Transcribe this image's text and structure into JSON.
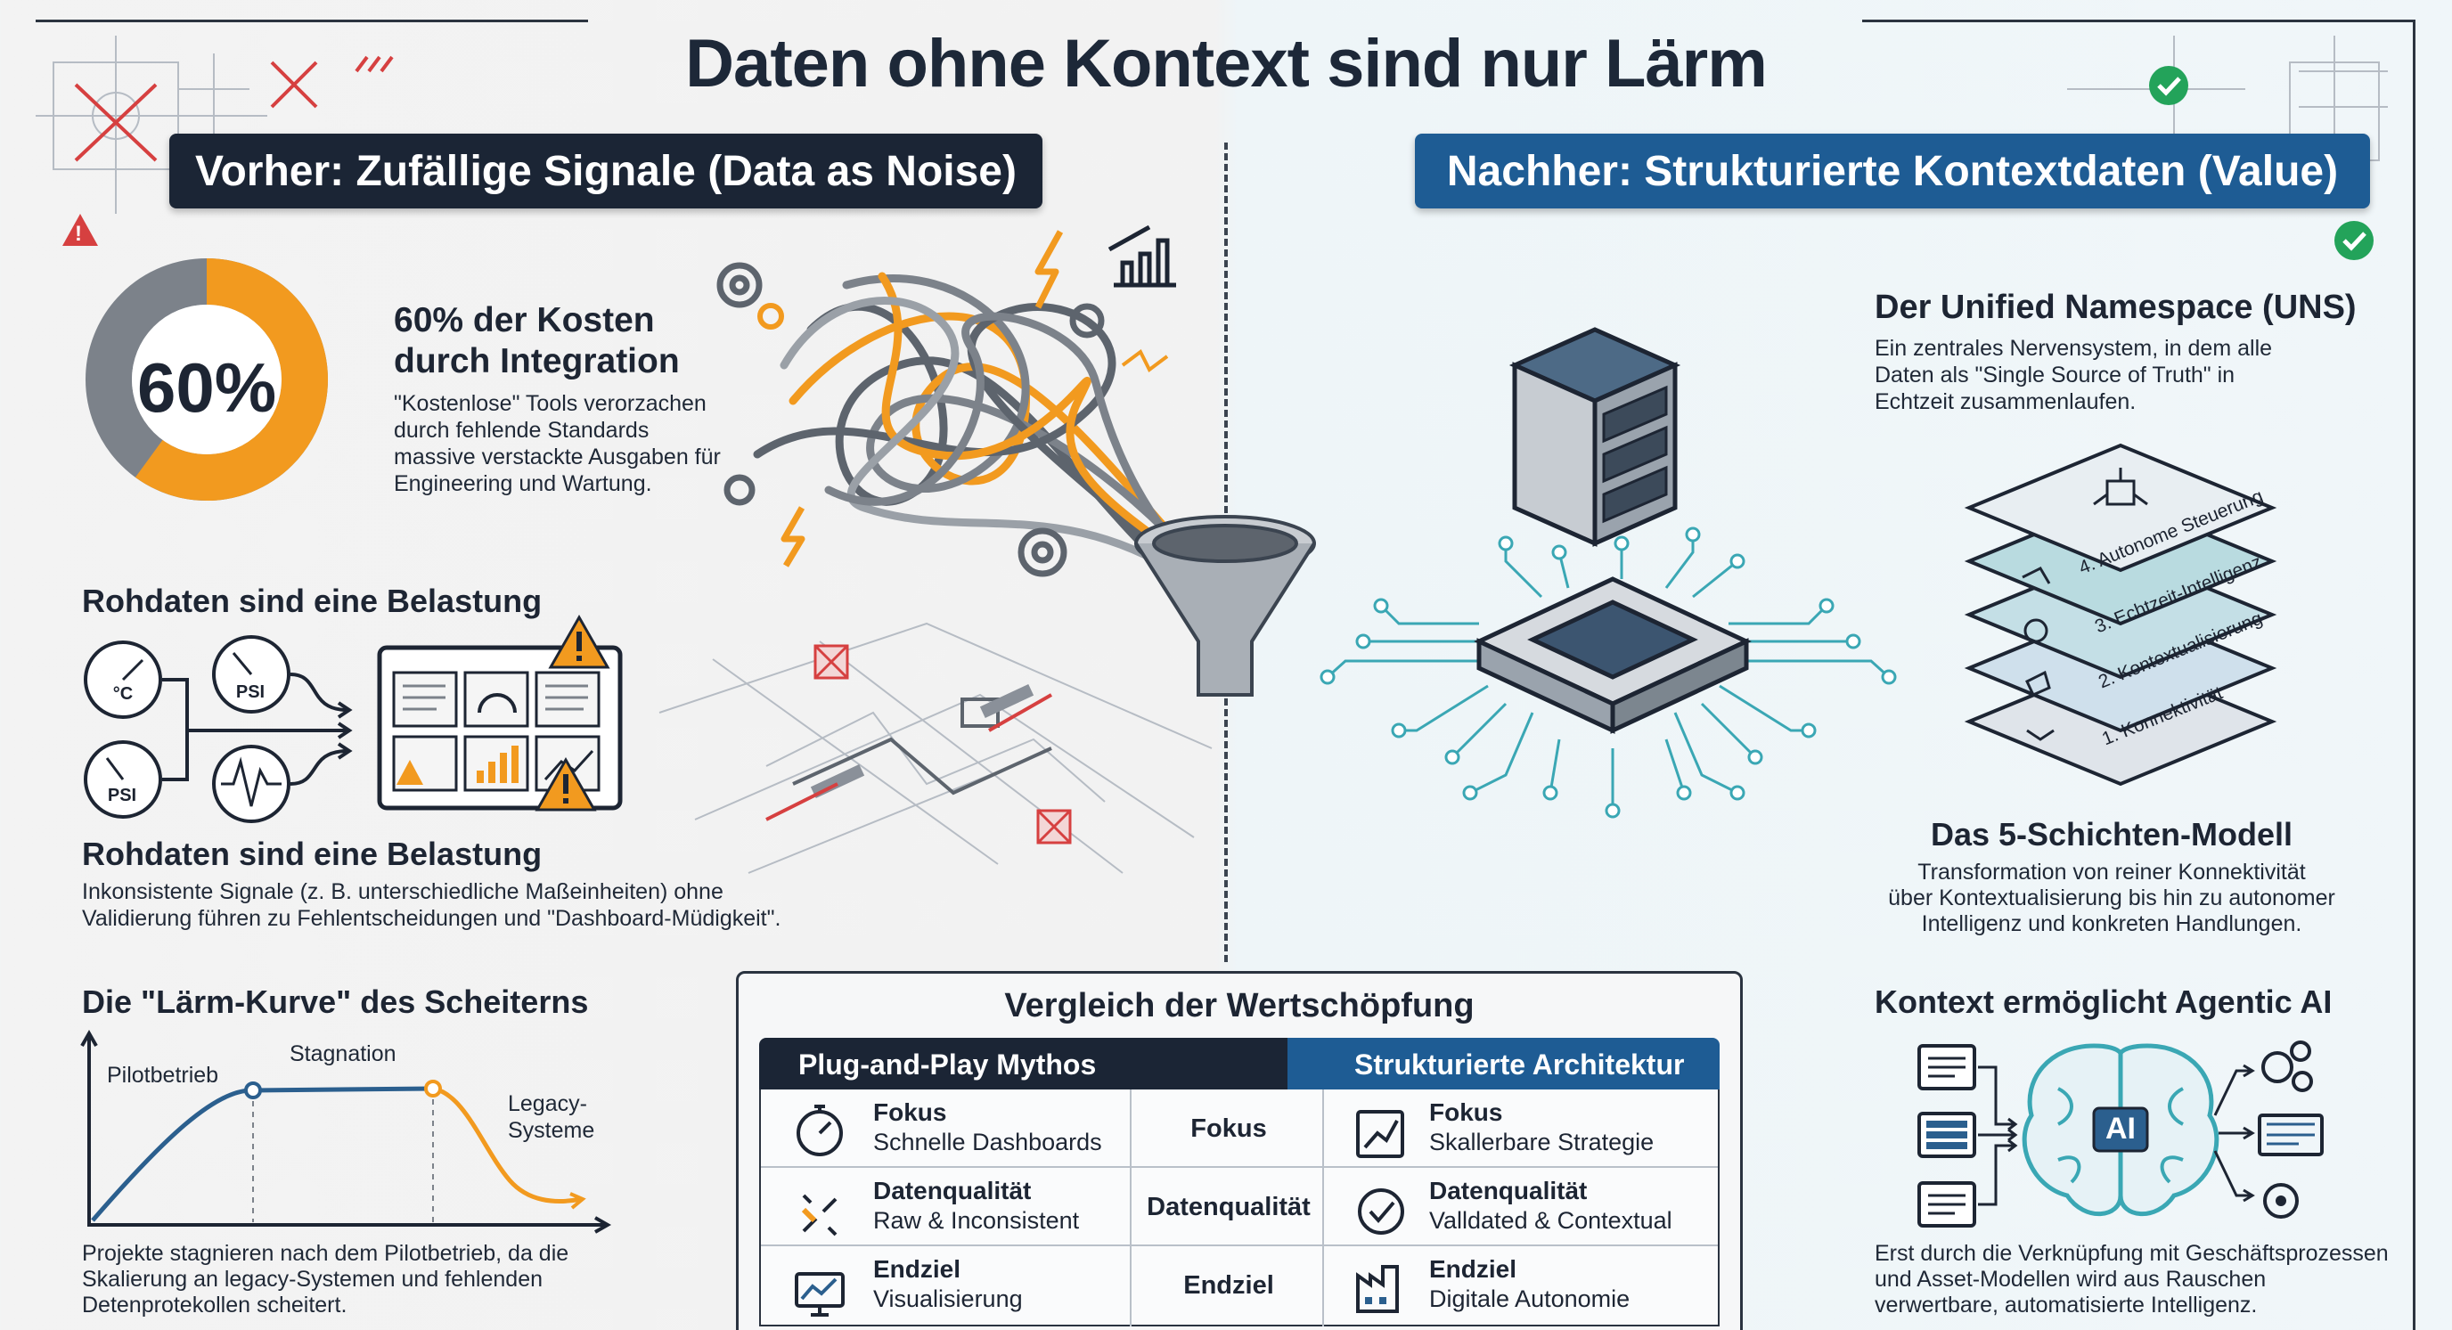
{
  "title": "Daten ohne Kontext sind nur Lärm",
  "left": {
    "banner": "Vorher: Zufällige Signale (Data as Noise)",
    "donut": {
      "value": 60,
      "label": "60%"
    },
    "cost": {
      "heading_line1": "60% der Kosten",
      "heading_line2": "durch Integration",
      "text_line1": "\"Kostenlose\" Tools verorzachen",
      "text_line2": "durch fehlende Standards",
      "text_line3": "massive verstackte Ausgaben für",
      "text_line4": "Engineering und Wartung."
    },
    "raw_heading_top": "Rohdaten sind eine Belastung",
    "gauges": {
      "celsius": "°C",
      "psi1": "PSI",
      "psi2": "PSI"
    },
    "raw_heading_bottom": "Rohdaten sind eine Belastung",
    "raw_text_line1": "Inkonsistente Signale (z. B. unterschiedliche Maßeinheiten) ohne",
    "raw_text_line2": "Validierung führen zu Fehlentscheidungen und \"Dashboard-Müdigkeit\".",
    "curve": {
      "heading": "Die \"Lärm-Kurve\" des Scheiterns",
      "label_pilot": "Pilotbetrieb",
      "label_stagnation": "Stagnation",
      "label_legacy_line1": "Legacy-",
      "label_legacy_line2": "Systeme",
      "text_line1": "Projekte stagnieren nach dem Pilotbetrieb, da die",
      "text_line2": "Skalierung an legacy-Systemen und fehlenden",
      "text_line3": "Detenprotekollen scheitert."
    }
  },
  "right": {
    "banner": "Nachher: Strukturierte Kontextdaten (Value)",
    "uns": {
      "heading": "Der Unified Namespace (UNS)",
      "text_line1": "Ein zentrales Nervensystem, in dem alle",
      "text_line2": "Daten als \"Single Source of Truth\" in",
      "text_line3": "Echtzeit zusammenlaufen."
    },
    "layers": [
      "4. Autonome Steuerung",
      "3. Echtzeit-Intelligenz",
      "2. Kontextualisierung",
      "1. Konnektivität"
    ],
    "model": {
      "heading": "Das 5-Schichten-Modell",
      "text_line1": "Transformation von reiner Konnektivität",
      "text_line2": "über Kontextualisierung bis hin zu autonomer",
      "text_line3": "Intelligenz und konkreten Handlungen."
    },
    "agentic": {
      "heading": "Kontext ermöglicht Agentic AI",
      "ai_label": "AI",
      "text_line1": "Erst durch die Verknüpfung mit Geschäftsprozessen",
      "text_line2": "und Asset-Modellen wird aus Rauschen",
      "text_line3": "verwertbare, automatisierte Intelligenz."
    }
  },
  "comparison": {
    "title": "Vergleich der Wertschöpfung",
    "left_header": "Plug-and-Play Mythos",
    "right_header": "Strukturierte Architektur",
    "rows": [
      {
        "left_label": "Fokus",
        "left_value": "Schnelle Dashboards",
        "middle": "Fokus",
        "right_label": "Fokus",
        "right_value": "Skallerbare Strategie"
      },
      {
        "left_label": "Datenqualität",
        "left_value": "Raw & Inconsistent",
        "middle": "Datenqualität",
        "right_label": "Datenqualität",
        "right_value": "Valldated & Contextual"
      },
      {
        "left_label": "Endziel",
        "left_value": "Visualisierung",
        "middle": "Endziel",
        "right_label": "Endziel",
        "right_value": "Digitale Autonomie"
      }
    ]
  },
  "colors": {
    "orange": "#f29a1f",
    "gray": "#7c828a",
    "navy": "#1b2535",
    "blue": "#1e5c94",
    "teal": "#3aa7b4",
    "green": "#23a35a",
    "red": "#d64040"
  }
}
